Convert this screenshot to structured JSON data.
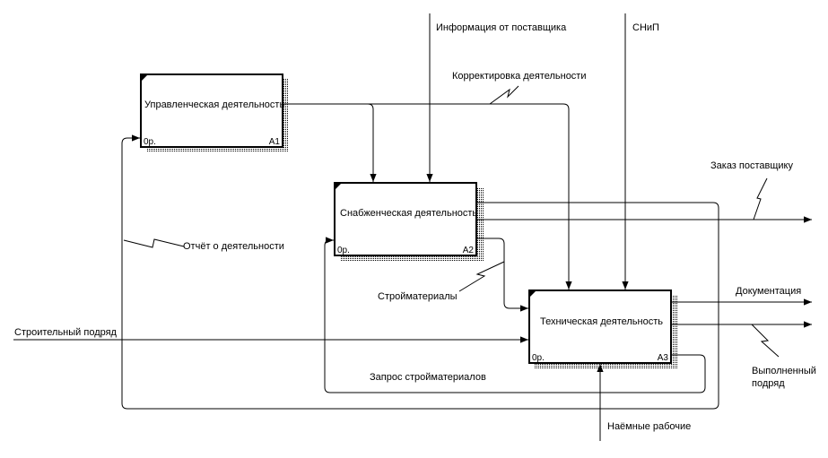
{
  "boxes": {
    "a1": {
      "title": "Управленческая деятельность",
      "cost": "0р.",
      "id": "A1"
    },
    "a2": {
      "title": "Снабженческая деятельность",
      "cost": "0р.",
      "id": "A2"
    },
    "a3": {
      "title": "Техническая деятельность",
      "cost": "0р.",
      "id": "A3"
    }
  },
  "arrows": {
    "supplier_info": "Информация от поставщика",
    "snip": "СНиП",
    "correction": "Корректировка деятельности",
    "supplier_order": "Заказ поставщику",
    "activity_report": "Отчёт о деятельности",
    "building_materials": "Стройматериалы",
    "construction_contract": "Строительный подряд",
    "documentation": "Документация",
    "completed_contract_line1": "Выполненный",
    "completed_contract_line2": "подряд",
    "materials_request": "Запрос стройматериалов",
    "hired_workers": "Наёмные рабочие"
  }
}
